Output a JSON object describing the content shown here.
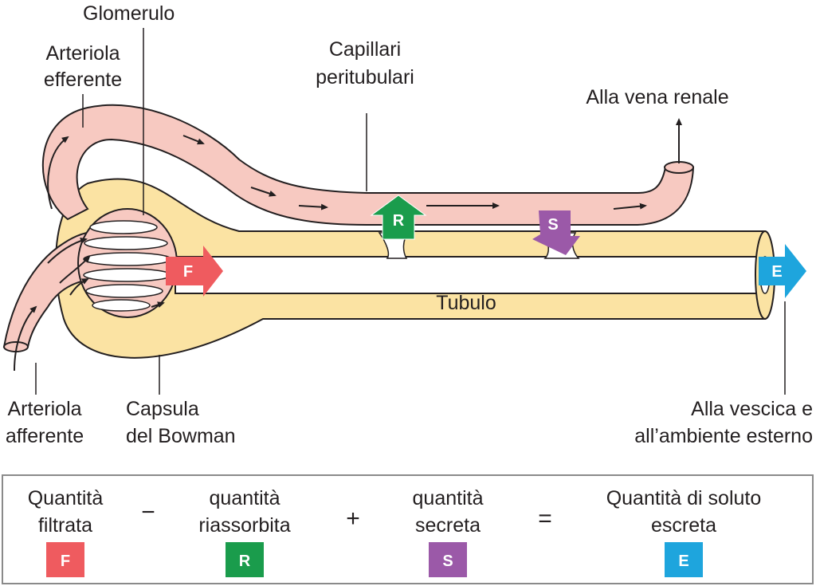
{
  "labels": {
    "glomerulo": "Glomerulo",
    "arteriola_efferente": [
      "Arteriola",
      "efferente"
    ],
    "capillari_peritubulari": [
      "Capillari",
      "peritubulari"
    ],
    "alla_vena_renale": "Alla vena renale",
    "tubulo": "Tubulo",
    "arteriola_afferente": [
      "Arteriola",
      "afferente"
    ],
    "capsula_del_bowman": [
      "Capsula",
      "del Bowman"
    ],
    "alla_vescica": [
      "Alla vescica e",
      "all’ambiente esterno"
    ]
  },
  "badges": {
    "F": "F",
    "R": "R",
    "S": "S",
    "E": "E"
  },
  "colors": {
    "filtration": "#ef5b5f",
    "reabsorption": "#1a9c4c",
    "secretion": "#9b59a8",
    "excretion": "#1ea5dd",
    "vessel_fill": "#f7c9c1",
    "tubule_fill": "#fbe3a3",
    "outline": "#231f20"
  },
  "equation": {
    "term1": [
      "Quantità",
      "filtrata"
    ],
    "op1": "−",
    "term2": [
      "quantità",
      "riassorbita"
    ],
    "op2": "+",
    "term3": [
      "quantità",
      "secreta"
    ],
    "op3": "=",
    "term4": [
      "Quantità di soluto",
      "escreta"
    ],
    "badge1": "F",
    "badge2": "R",
    "badge3": "S",
    "badge4": "E"
  }
}
